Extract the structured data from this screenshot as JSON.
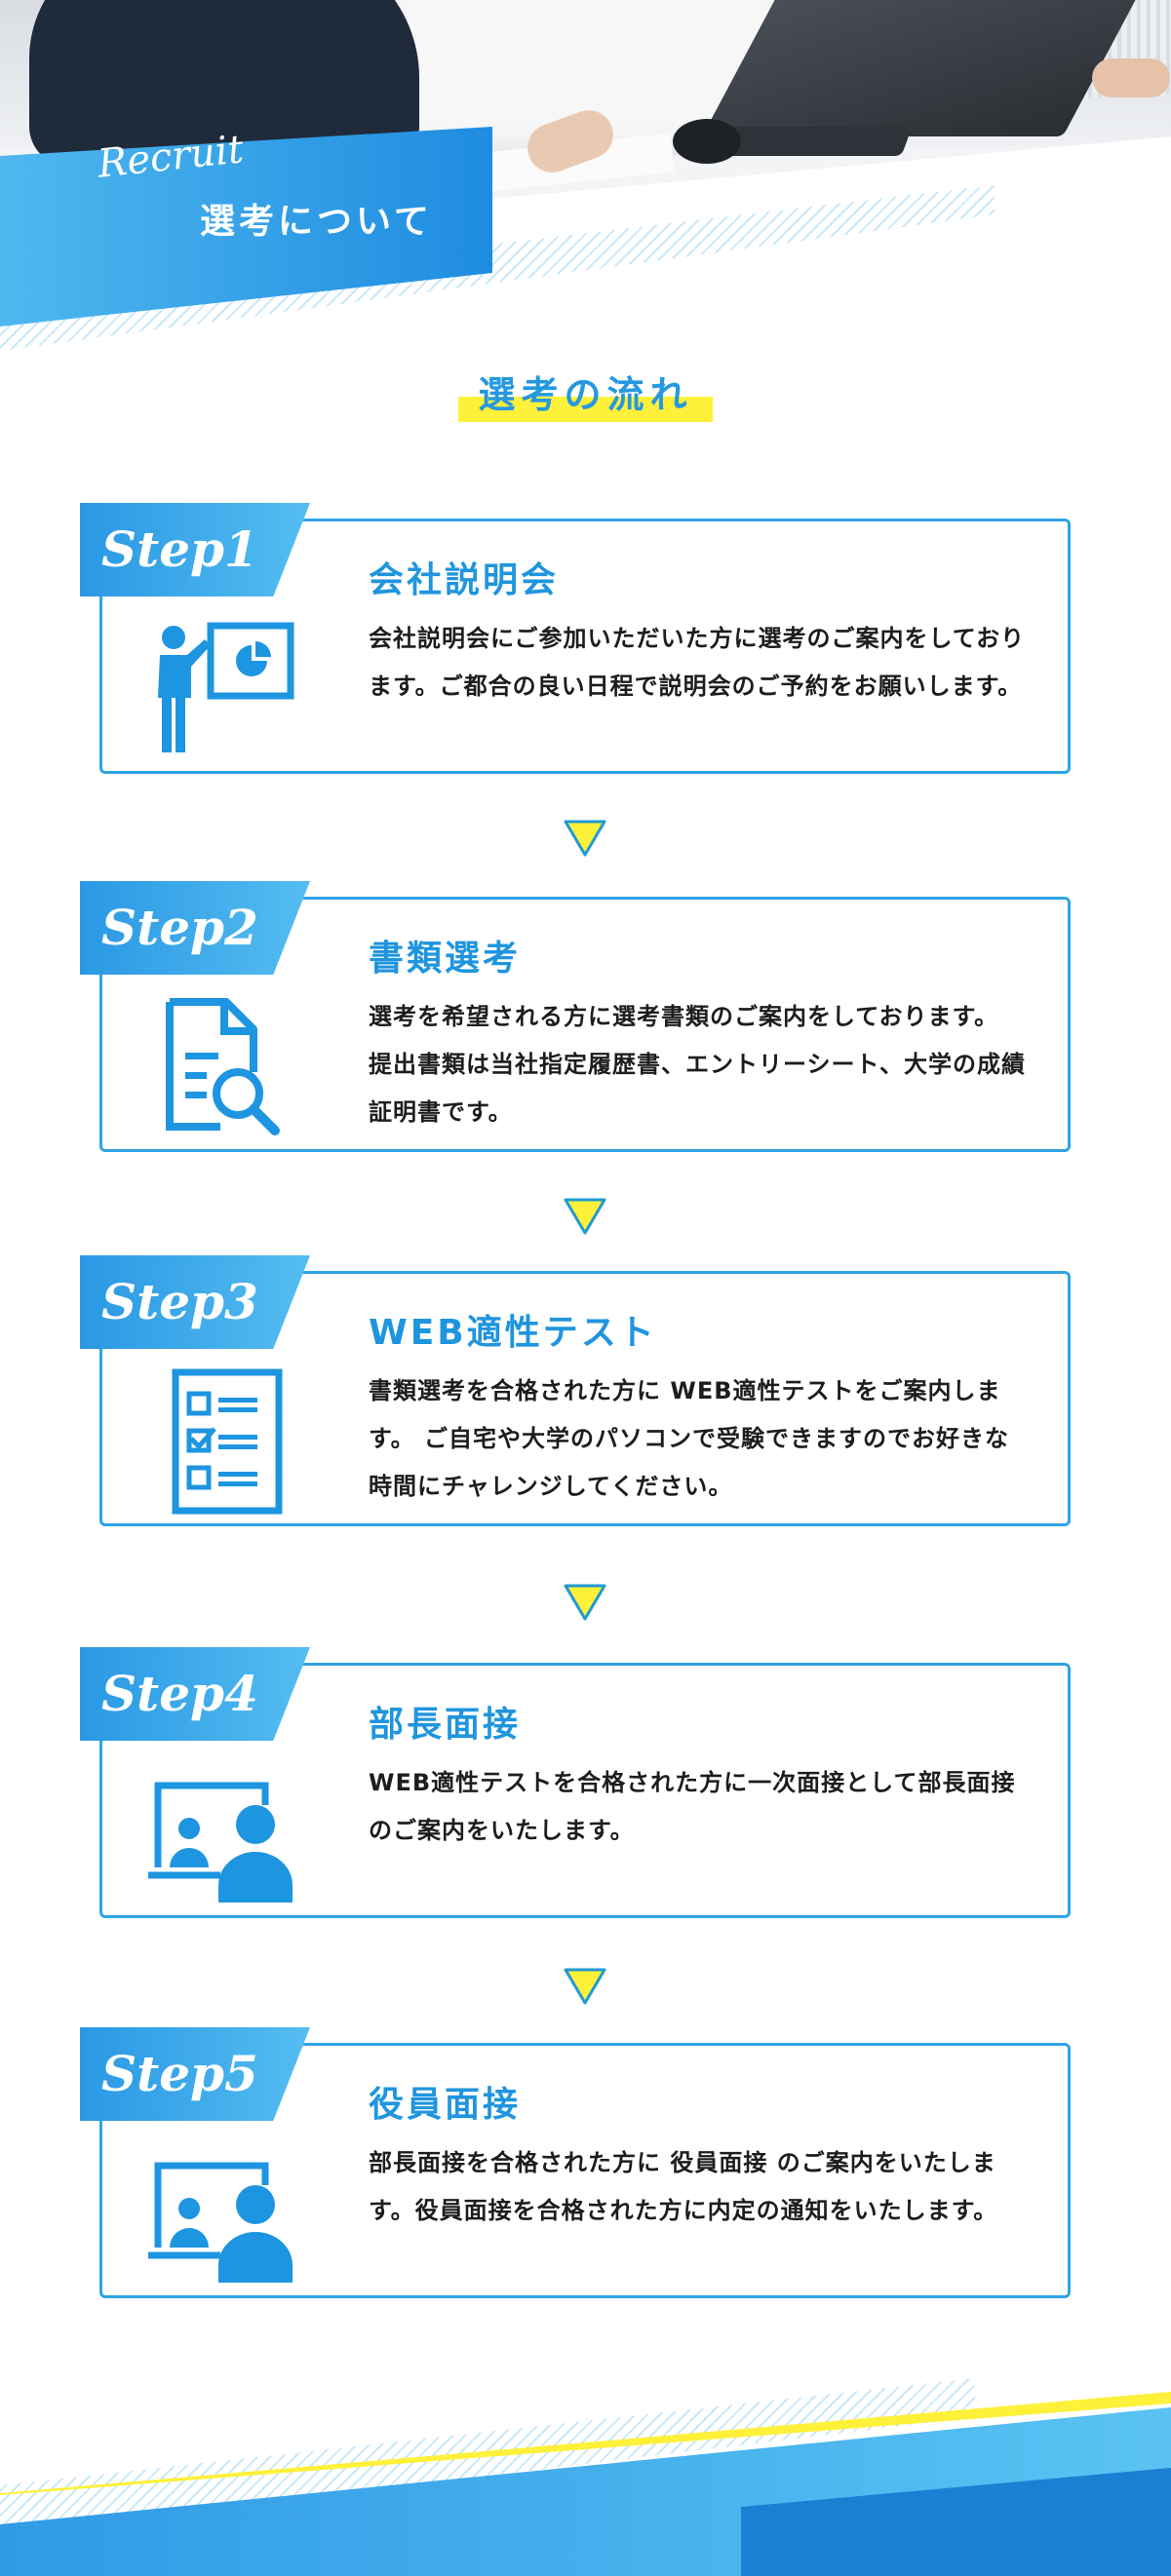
{
  "hero": {
    "recruit_label": "Recruit",
    "title": "選考について"
  },
  "section": {
    "heading": "選考の流れ"
  },
  "colors": {
    "accent_blue": "#2598e0",
    "badge_blue": "#3aaeed",
    "highlight_yellow": "#fff03a",
    "arrow_outline": "#1f9ad0"
  },
  "steps": [
    {
      "badge": "Step1",
      "icon": "presentation-icon",
      "title": "会社説明会",
      "text": "会社説明会にご参加いただいた方に選考のご案内をしております。ご都合の良い日程で説明会のご予約をお願いします。"
    },
    {
      "badge": "Step2",
      "icon": "document-search-icon",
      "title": "書類選考",
      "text": "選考を希望される方に選考書類のご案内をしております。 提出書類は当社指定履歴書、エントリーシート、大学の成績証明書です。"
    },
    {
      "badge": "Step3",
      "icon": "checklist-icon",
      "title": "WEB適性テスト",
      "text": "書類選考を合格された方に WEB適性テストをご案内します。 ご自宅や大学のパソコンで受験できますのでお好きな時間にチャレンジしてください。"
    },
    {
      "badge": "Step4",
      "icon": "online-interview-icon",
      "title": "部長面接",
      "text": "WEB適性テストを合格された方に一次面接として部長面接のご案内をいたします。"
    },
    {
      "badge": "Step5",
      "icon": "online-interview-icon",
      "title": "役員面接",
      "text": "部長面接を合格された方に 役員面接 のご案内をいたします。役員面接を合格された方に内定の通知をいたします。"
    }
  ]
}
